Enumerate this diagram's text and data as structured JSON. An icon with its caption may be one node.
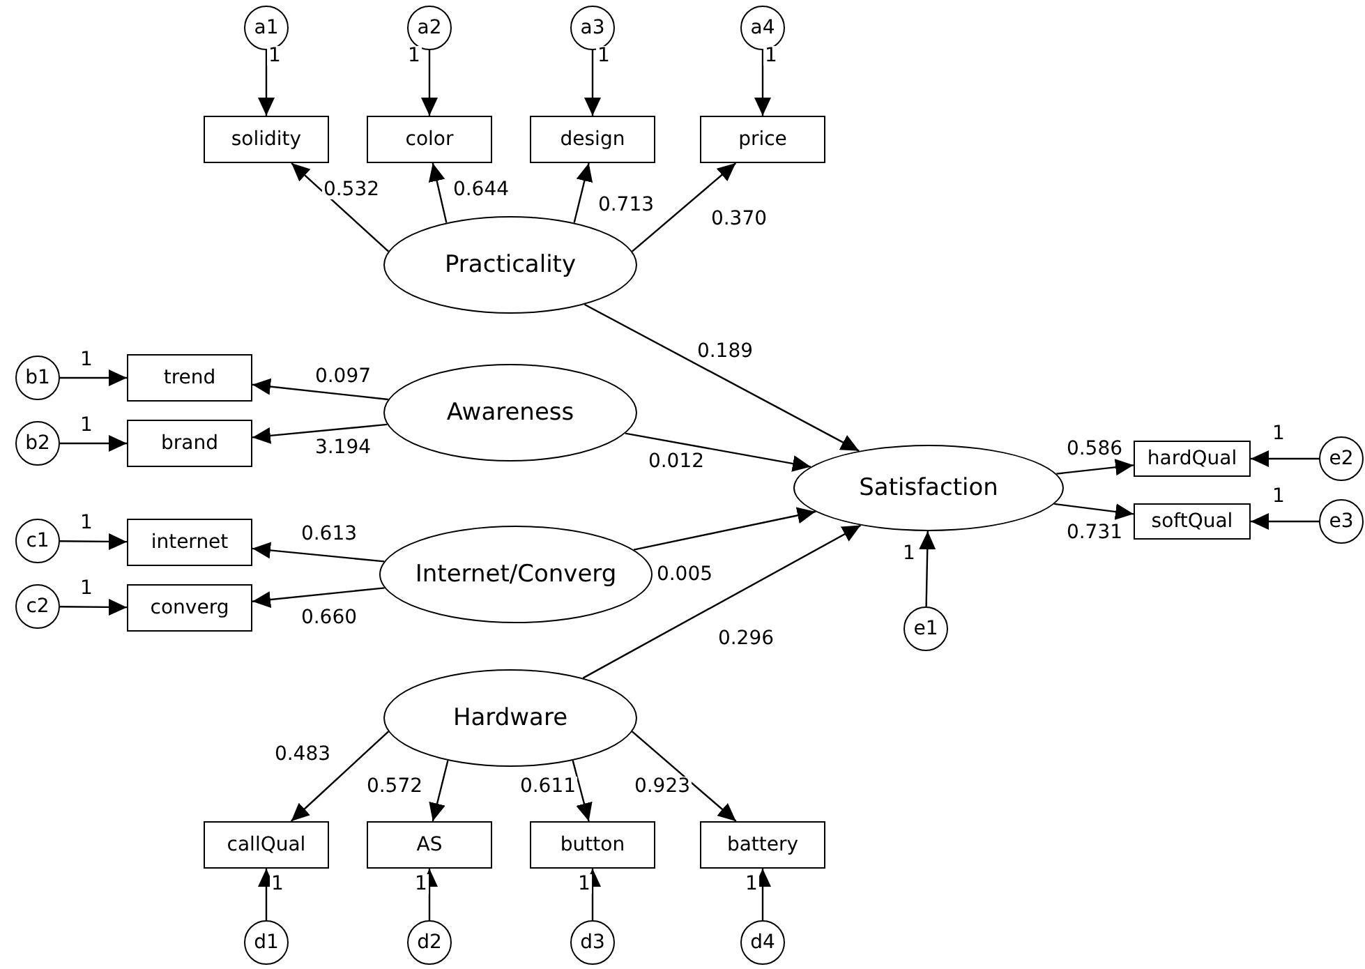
{
  "diagram": {
    "nodes": [
      {
        "text": [
          "a1"
        ]
      },
      {
        "text": [
          "a2"
        ]
      },
      {
        "text": [
          "a3"
        ]
      },
      {
        "text": [
          "a4"
        ]
      },
      {
        "text": [
          "solidity"
        ]
      },
      {
        "text": [
          "color"
        ]
      },
      {
        "text": [
          "design"
        ]
      },
      {
        "text": [
          "price"
        ]
      },
      {
        "text": [
          "Practicality"
        ]
      },
      {
        "text": [
          "b1"
        ]
      },
      {
        "text": [
          "b2"
        ]
      },
      {
        "text": [
          "trend"
        ]
      },
      {
        "text": [
          "brand"
        ]
      },
      {
        "text": [
          "Awareness"
        ]
      },
      {
        "text": [
          "c1"
        ]
      },
      {
        "text": [
          "c2"
        ]
      },
      {
        "text": [
          "internet"
        ]
      },
      {
        "text": [
          "converg"
        ]
      },
      {
        "text": [
          "Internet/Converg"
        ]
      },
      {
        "text": [
          "Hardware"
        ]
      },
      {
        "text": [
          "callQual"
        ]
      },
      {
        "text": [
          "AS"
        ]
      },
      {
        "text": [
          "button"
        ]
      },
      {
        "text": [
          "battery"
        ]
      },
      {
        "text": [
          "d1"
        ]
      },
      {
        "text": [
          "d2"
        ]
      },
      {
        "text": [
          "d3"
        ]
      },
      {
        "text": [
          "d4"
        ]
      },
      {
        "text": [
          "Satisfaction"
        ]
      },
      {
        "text": [
          "e1"
        ]
      },
      {
        "text": [
          "hardQual"
        ]
      },
      {
        "text": [
          "softQual"
        ]
      },
      {
        "text": [
          "e2"
        ]
      },
      {
        "text": [
          "e3"
        ]
      }
    ],
    "edges": [
      {
        "from": 0,
        "to": 4,
        "arrow": "to",
        "label": "1"
      },
      {
        "from": 1,
        "to": 5,
        "arrow": "to",
        "label": "1"
      },
      {
        "from": 2,
        "to": 6,
        "arrow": "to",
        "label": "1"
      },
      {
        "from": 3,
        "to": 7,
        "arrow": "to",
        "label": "1"
      },
      {
        "from": 8,
        "to": 4,
        "arrow": "to",
        "label": "0.532"
      },
      {
        "from": 8,
        "to": 5,
        "arrow": "to",
        "label": "0.644"
      },
      {
        "from": 8,
        "to": 6,
        "arrow": "to",
        "label": "0.713"
      },
      {
        "from": 8,
        "to": 7,
        "arrow": "to",
        "label": "0.370"
      },
      {
        "from": 9,
        "to": 11,
        "arrow": "to",
        "label": "1"
      },
      {
        "from": 10,
        "to": 12,
        "arrow": "to",
        "label": "1"
      },
      {
        "from": 13,
        "to": 11,
        "arrow": "to",
        "label": "0.097"
      },
      {
        "from": 13,
        "to": 12,
        "arrow": "to",
        "label": "3.194"
      },
      {
        "from": 14,
        "to": 16,
        "arrow": "to",
        "label": "1"
      },
      {
        "from": 15,
        "to": 17,
        "arrow": "to",
        "label": "1"
      },
      {
        "from": 18,
        "to": 16,
        "arrow": "to",
        "label": "0.613"
      },
      {
        "from": 18,
        "to": 17,
        "arrow": "to",
        "label": "0.660"
      },
      {
        "from": 19,
        "to": 20,
        "arrow": "to",
        "label": "0.483"
      },
      {
        "from": 19,
        "to": 21,
        "arrow": "to",
        "label": "0.572"
      },
      {
        "from": 19,
        "to": 22,
        "arrow": "to",
        "label": "0.611"
      },
      {
        "from": 19,
        "to": 23,
        "arrow": "to",
        "label": "0.923"
      },
      {
        "from": 24,
        "to": 20,
        "arrow": "to",
        "label": "1"
      },
      {
        "from": 25,
        "to": 21,
        "arrow": "to",
        "label": "1"
      },
      {
        "from": 26,
        "to": 22,
        "arrow": "to",
        "label": "1"
      },
      {
        "from": 27,
        "to": 23,
        "arrow": "to",
        "label": "1"
      },
      {
        "from": 8,
        "to": 28,
        "arrow": "to",
        "label": "0.189"
      },
      {
        "from": 13,
        "to": 28,
        "arrow": "to",
        "label": "0.012"
      },
      {
        "from": 18,
        "to": 28,
        "arrow": "to",
        "label": "0.005"
      },
      {
        "from": 19,
        "to": 28,
        "arrow": "to",
        "label": "0.296"
      },
      {
        "from": 29,
        "to": 28,
        "arrow": "to",
        "label": "1"
      },
      {
        "from": 28,
        "to": 30,
        "arrow": "to",
        "label": "0.586"
      },
      {
        "from": 28,
        "to": 31,
        "arrow": "to",
        "label": "0.731"
      },
      {
        "from": 32,
        "to": 30,
        "arrow": "to",
        "label": "1"
      },
      {
        "from": 33,
        "to": 31,
        "arrow": "to",
        "label": "1"
      }
    ]
  }
}
